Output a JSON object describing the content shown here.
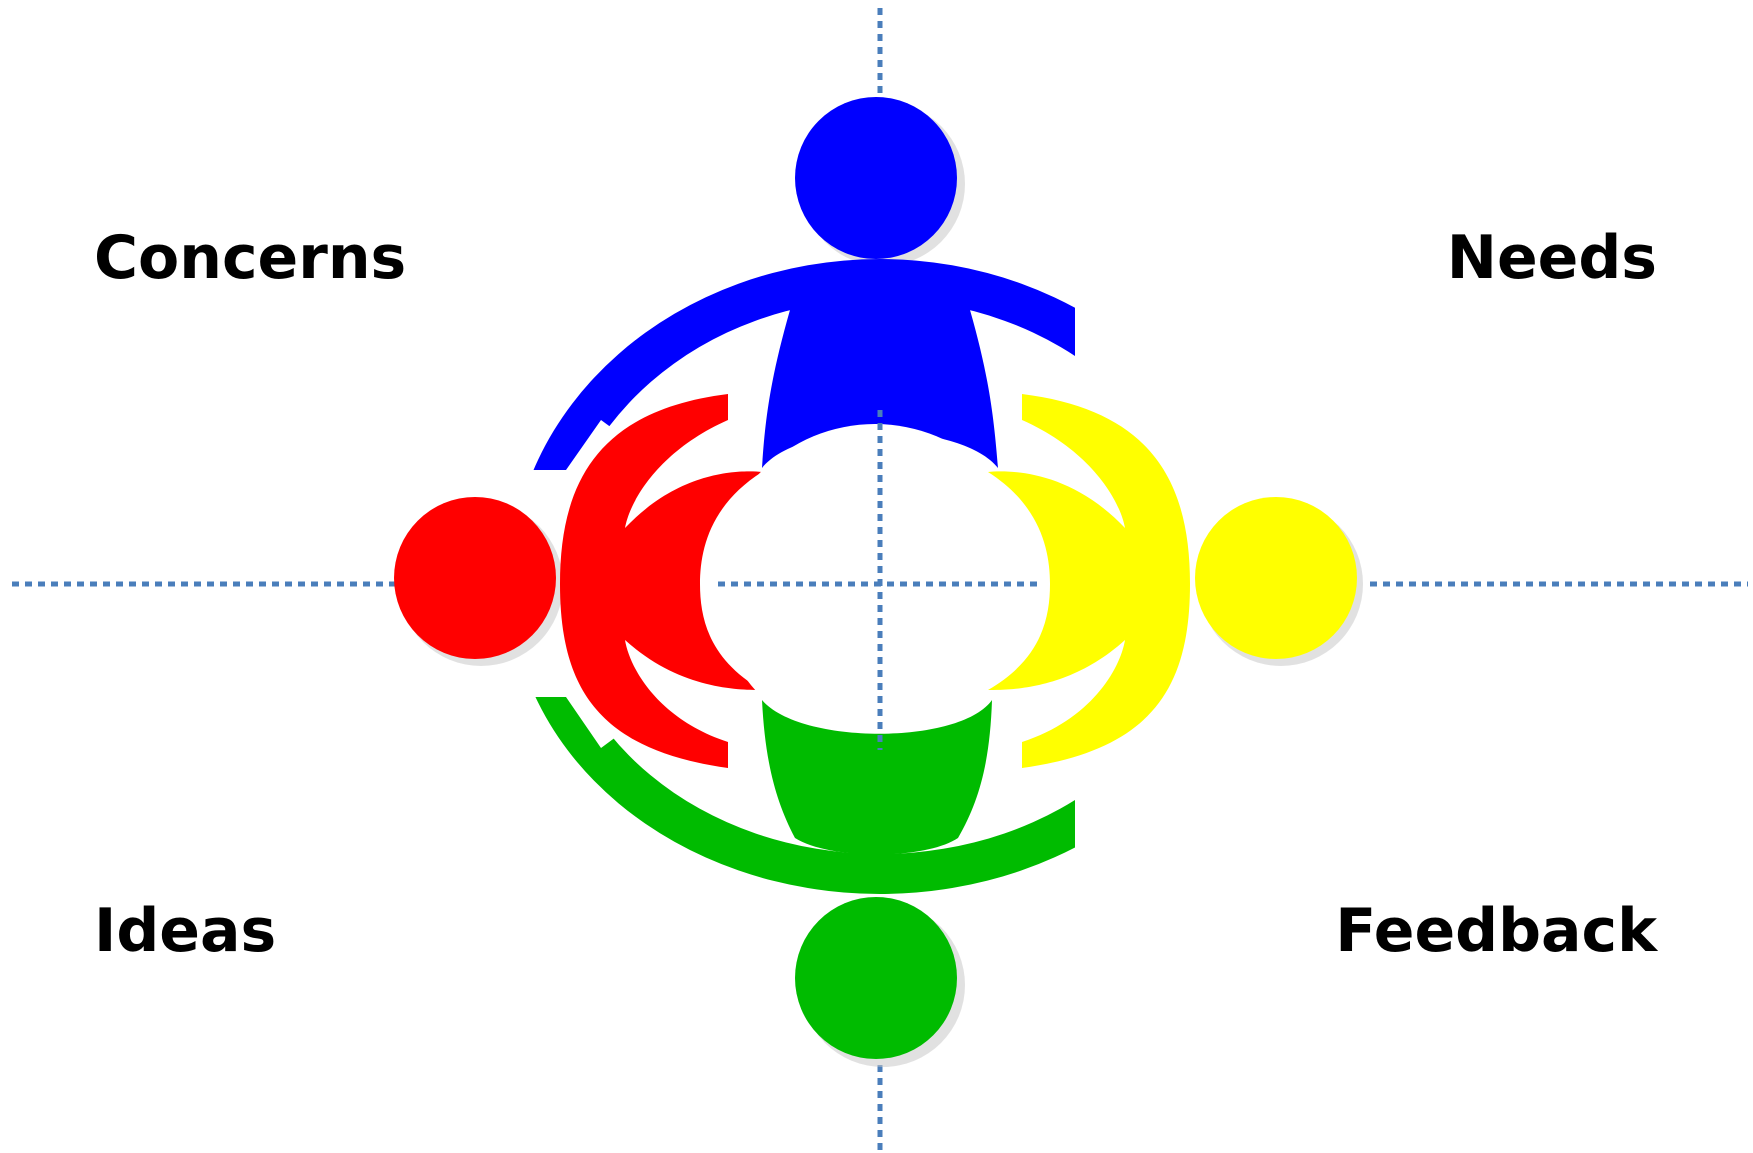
{
  "labels": {
    "top_left": "Concerns",
    "top_right": "Needs",
    "bottom_left": "Ideas",
    "bottom_right": "Feedback"
  },
  "colors": {
    "axis": "#4A7EBB",
    "top_figure": "#0000FF",
    "left_figure": "#FF0000",
    "right_figure": "#FFFF00",
    "bottom_figure": "#00BB00",
    "shadow": "#C8C8C8",
    "background": "#FFFFFF"
  },
  "figures": [
    {
      "position": "top",
      "icon": "person-icon",
      "color": "#0000FF"
    },
    {
      "position": "left",
      "icon": "person-icon",
      "color": "#FF0000"
    },
    {
      "position": "right",
      "icon": "person-icon",
      "color": "#FFFF00"
    },
    {
      "position": "bottom",
      "icon": "person-icon",
      "color": "#00BB00"
    }
  ]
}
